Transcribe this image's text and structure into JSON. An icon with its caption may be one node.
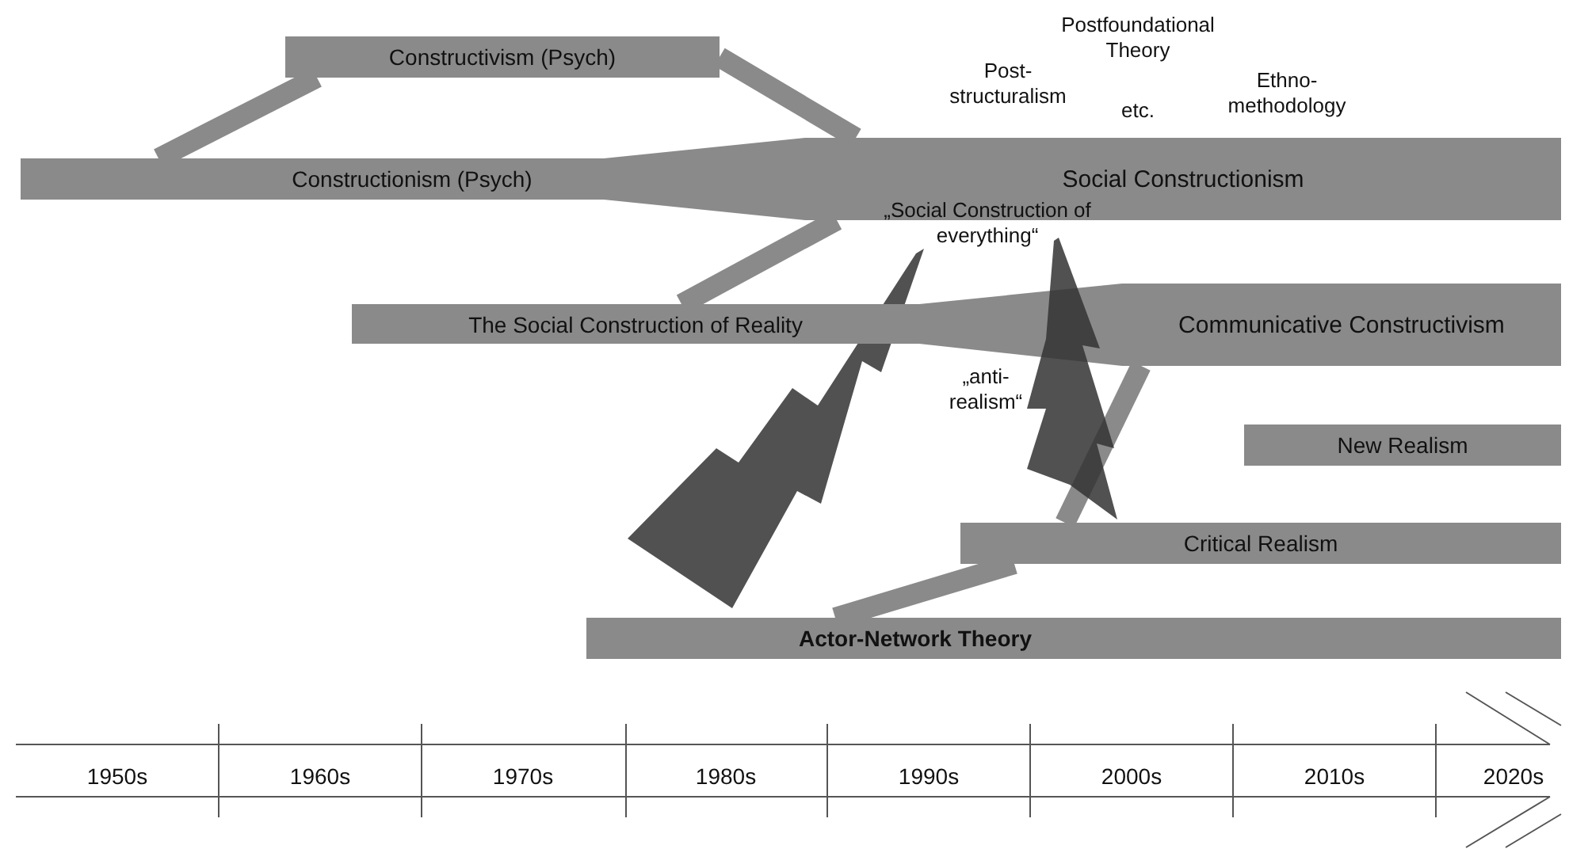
{
  "diagram": {
    "nodes": [
      {
        "text": [
          "Constructivism (Psych)"
        ]
      },
      {
        "text": [
          "Constructionism (Psych)"
        ]
      },
      {
        "text": [
          "Social Constructionism"
        ]
      },
      {
        "text": [
          "The Social Construction of Reality"
        ]
      },
      {
        "text": [
          "Communicative Constructivism"
        ]
      },
      {
        "text": [
          "New Realism"
        ]
      },
      {
        "text": [
          "Critical Realism"
        ]
      },
      {
        "text": [
          "Actor-Network Theory"
        ]
      }
    ],
    "edges": [
      {
        "from": 1,
        "to": 0,
        "arrow": "none"
      },
      {
        "from": 0,
        "to": 2,
        "arrow": "none"
      },
      {
        "from": 1,
        "to": 2,
        "arrow": "none"
      },
      {
        "from": 3,
        "to": 2,
        "arrow": "none"
      },
      {
        "from": 3,
        "to": 4,
        "arrow": "none"
      },
      {
        "from": 4,
        "to": 6,
        "arrow": "none"
      },
      {
        "from": 7,
        "to": 6,
        "arrow": "none"
      }
    ],
    "labels": [
      "Post- structuralism",
      "Postfoundational Theory",
      "etc.",
      "Ethno- methodology",
      "„Social Construction of everything“",
      "„anti- realism“",
      "1950s",
      "1960s",
      "1970s",
      "1980s",
      "1990s",
      "2000s",
      "2010s",
      "2020s"
    ]
  }
}
